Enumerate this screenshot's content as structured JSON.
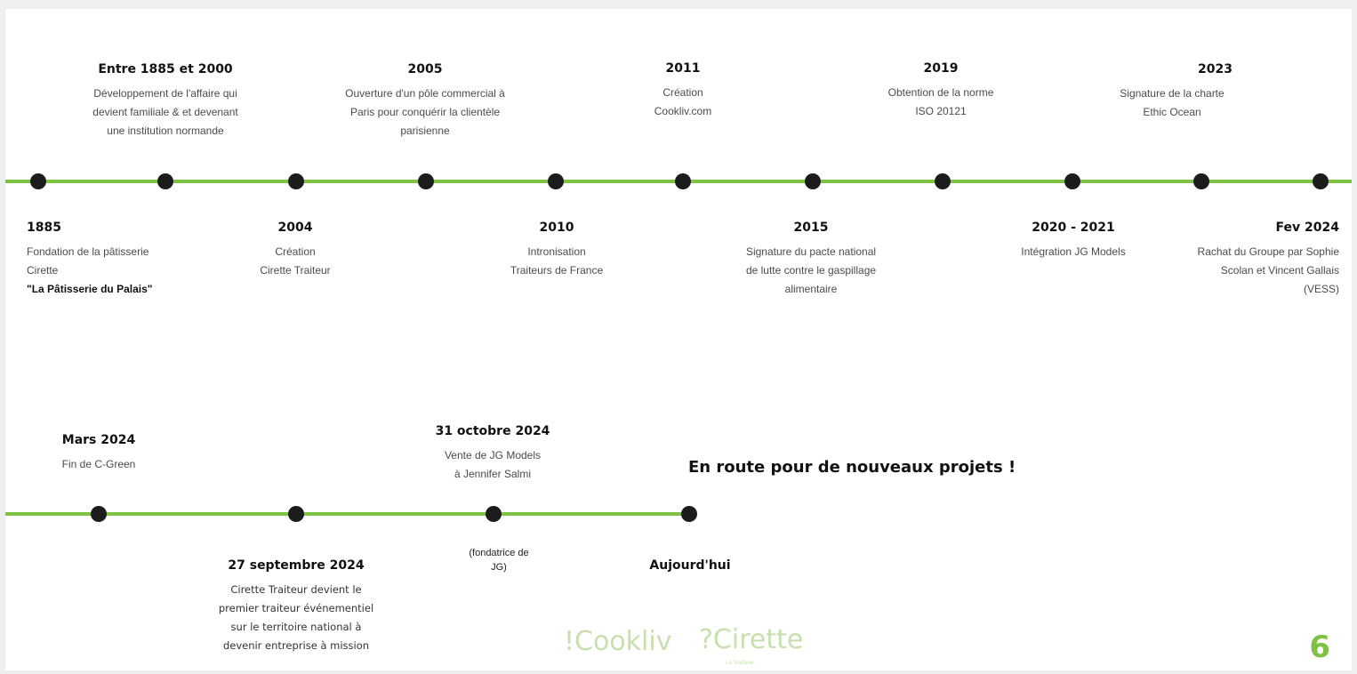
{
  "colors": {
    "accent": "#7dc242",
    "dot": "#1c1c1c",
    "background": "#ffffff"
  },
  "top_events": [
    {
      "year": "Entre 1885 et 2000",
      "text": "Développement de l'affaire qui\ndevient familiale & et devenant\nune institution normande"
    },
    {
      "year": "2005",
      "text": "Ouverture d'un pôle commercial à\nParis pour conquérir la clientèle\nparisienne"
    },
    {
      "year": "2011",
      "text": "Création\nCookliv.com"
    },
    {
      "year": "2019",
      "text": "Obtention de la norme\nISO 20121"
    },
    {
      "year": "2023",
      "text": "Signature de la charte\nEthic Ocean"
    }
  ],
  "bottom_events": [
    {
      "year": "1885",
      "text": "Fondation de la pâtisserie\nCirette",
      "highlight": "\"La Pâtisserie du Palais\""
    },
    {
      "year": "2004",
      "text": "Création\nCirette Traiteur"
    },
    {
      "year": "2010",
      "text": "Intronisation\nTraiteurs de France"
    },
    {
      "year": "2015",
      "text": "Signature du pacte national\nde lutte contre le gaspillage\nalimentaire"
    },
    {
      "year": "2020 - 2021",
      "text": "Intégration JG Models"
    },
    {
      "year": "Fev 2024",
      "text": "Rachat du Groupe par Sophie\nScolan et Vincent Gallais\n(VESS)"
    }
  ],
  "row2_top": [
    {
      "year": "Mars 2024",
      "text": "Fin de C-Green"
    },
    {
      "year": "31 octobre 2024",
      "text": "Vente de JG Models\nà Jennifer Salmi"
    }
  ],
  "row2_bottom": [
    {
      "year": "27 septembre 2024",
      "text": "Cirette Traiteur devient le\npremier traiteur événementiel\nsur le territoire national à\ndevenir entreprise à mission"
    },
    {
      "note": "(fondatrice de\nJG)"
    },
    {
      "year": "Aujourd'hui"
    }
  ],
  "tagline": "En route pour de nouveaux projets !",
  "logos": {
    "cookliv": "!Cookliv",
    "cirette": "?Cirette",
    "cirette_sub": "Le Traiteur"
  },
  "page_number": "6"
}
